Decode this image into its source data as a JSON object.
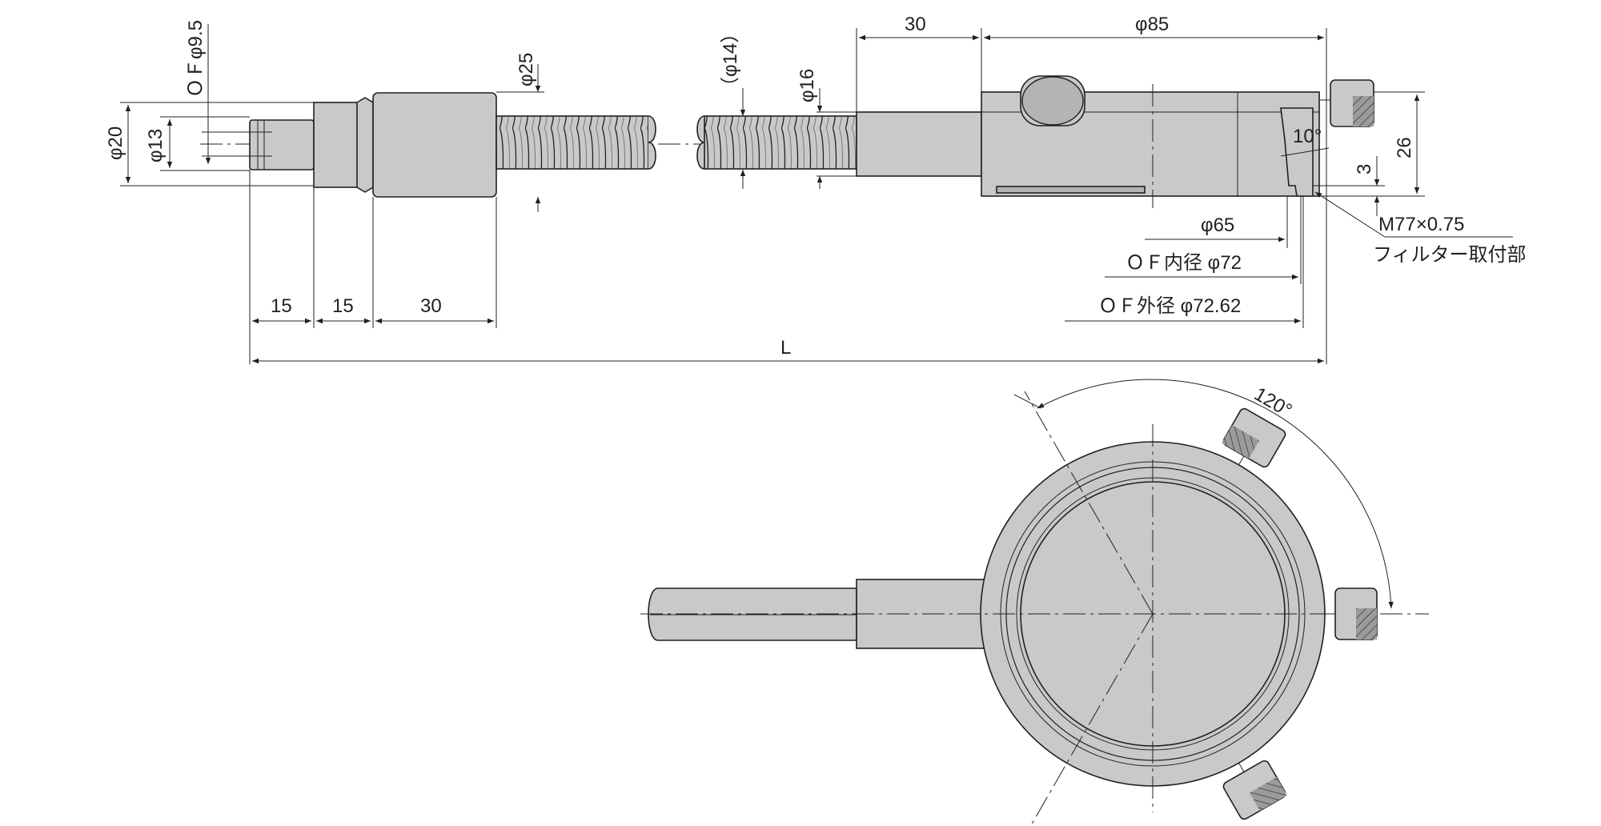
{
  "side_view": {
    "labels": {
      "of_phi_9_5": "ＯＦφ9.5",
      "phi_20": "φ20",
      "phi_13": "φ13",
      "phi_25": "φ25",
      "phi_14_paren": "（φ14）",
      "phi_16": "φ16",
      "len_30_top": "30",
      "phi_85": "φ85",
      "angle_10": "10°",
      "dim_26": "26",
      "dim_3": "3",
      "phi_65": "φ65",
      "of_inner": "ＯＦ内径 φ72",
      "of_outer": "ＯＦ外径 φ72.62",
      "thread": "M77×0.75",
      "filter_mount": "フィルター取付部",
      "len_15_a": "15",
      "len_15_b": "15",
      "len_30_bottom": "30",
      "total_length": "L"
    }
  },
  "front_view": {
    "labels": {
      "angle_120": "120°"
    }
  },
  "colors": {
    "body_fill": "#c9c9cb",
    "line": "#231f20"
  }
}
